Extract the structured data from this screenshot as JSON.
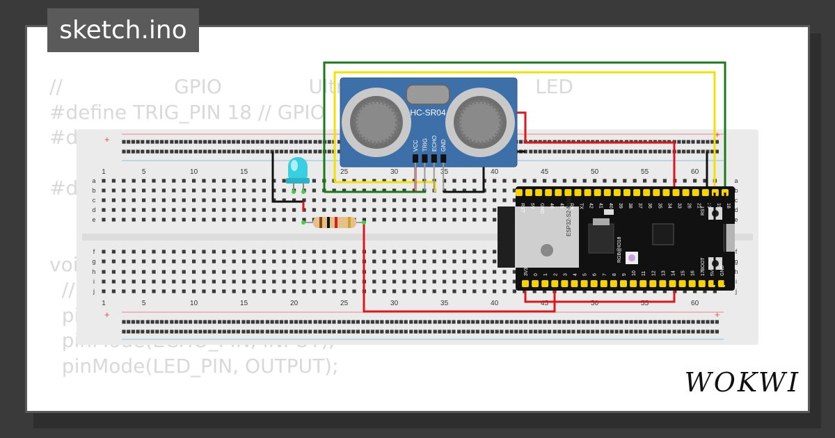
{
  "file_tab": {
    "label": "sketch.ino"
  },
  "code_lines": [
    "//                  GPIO              Ultrasonic Sensor         LED",
    "#define TRIG_PIN 18 // GPIO",
    "#d",
    "",
    "#d",
    "",
    "",
    "voi",
    "  //",
    "  pinMode(TRIG_PIN, OUTPUT);",
    "  pinMode(ECHO_PIN, INPUT);",
    "  pinMode(LED_PIN, OUTPUT);"
  ],
  "breadcolumns_top": [
    "1",
    "5",
    "10",
    "15",
    "20",
    "25",
    "30",
    "35",
    "40",
    "45",
    "50",
    "55",
    "60"
  ],
  "breadcolumns_bottom": [
    "1",
    "5",
    "10",
    "15",
    "20",
    "25",
    "30",
    "35",
    "40",
    "45",
    "50",
    "55",
    "60"
  ],
  "rows_top": [
    "a",
    "b",
    "c",
    "d",
    "e"
  ],
  "rows_bottom": [
    "f",
    "g",
    "h",
    "i",
    "j"
  ],
  "rail_plus": "+",
  "sensor": {
    "model": "HC-SR04",
    "pins": [
      "VCC",
      "TRIG",
      "ECHO",
      "GND"
    ]
  },
  "esp32": {
    "module_label": "ESP32-S2-MINI-1",
    "rgb_label": "RGB@IO18",
    "top_pins": [
      "RST",
      "5V",
      "GND",
      "46",
      "45",
      "RX",
      "TX",
      "42",
      "41",
      "40",
      "39",
      "38",
      "37",
      "36",
      "35",
      "34",
      "33",
      "26",
      "21",
      "20",
      "19",
      "18"
    ],
    "bottom_pins": [
      "3V3",
      "0",
      "1",
      "2",
      "3",
      "4",
      "5",
      "6",
      "7",
      "8",
      "9",
      "10",
      "11",
      "12",
      "13",
      "14",
      "15",
      "16",
      "17",
      "5V",
      "GND"
    ],
    "rst_label": "RST",
    "boot_label": "BOOT"
  },
  "brand": "WOKWI",
  "colors": {
    "wire_green": "#1a7a1a",
    "wire_yellow": "#f2e200",
    "wire_red": "#e0141b",
    "wire_black": "#111111",
    "breadboard": "#ebebeb",
    "esp32_pcb": "#111111",
    "sensor_pcb": "#3d6fa8"
  }
}
